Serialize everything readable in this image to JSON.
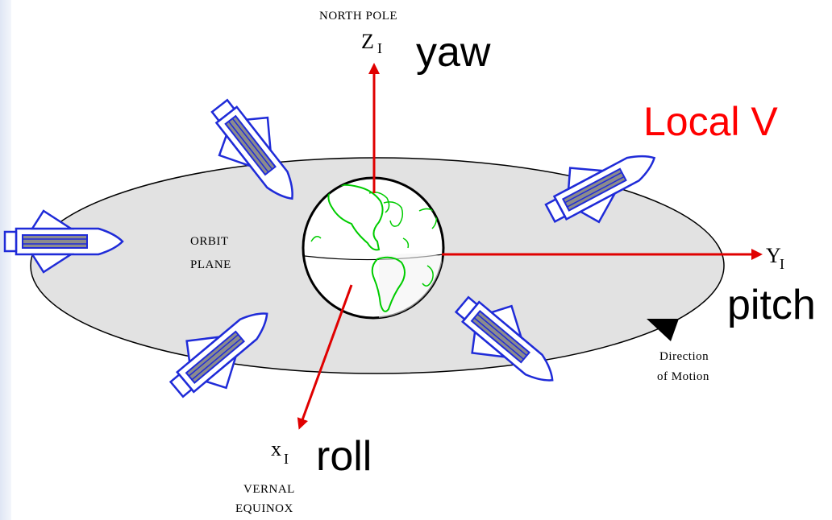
{
  "labels": {
    "north_pole": "NORTH POLE",
    "z_axis": "Z",
    "z_sub": "I",
    "yaw": "yaw",
    "local_frame": "Local V",
    "orbit_plane_line1": "ORBIT",
    "orbit_plane_line2": "PLANE",
    "y_axis": "Y",
    "y_sub": "I",
    "pitch": "pitch",
    "x_axis": "x",
    "x_sub": "I",
    "roll": "roll",
    "vernal_line1": "VERNAL",
    "vernal_line2": "EQUINOX",
    "direction_line1": "Direction",
    "direction_line2": "of Motion"
  },
  "colors": {
    "axis": "#e00000",
    "plane": "#e2e2e2",
    "continents": "#00cc00",
    "shuttle": "#1f2bd8",
    "highlight_text": "#ff0000"
  },
  "icons": [
    "space-shuttle-icon",
    "earth-globe-icon",
    "direction-arrow-icon"
  ]
}
